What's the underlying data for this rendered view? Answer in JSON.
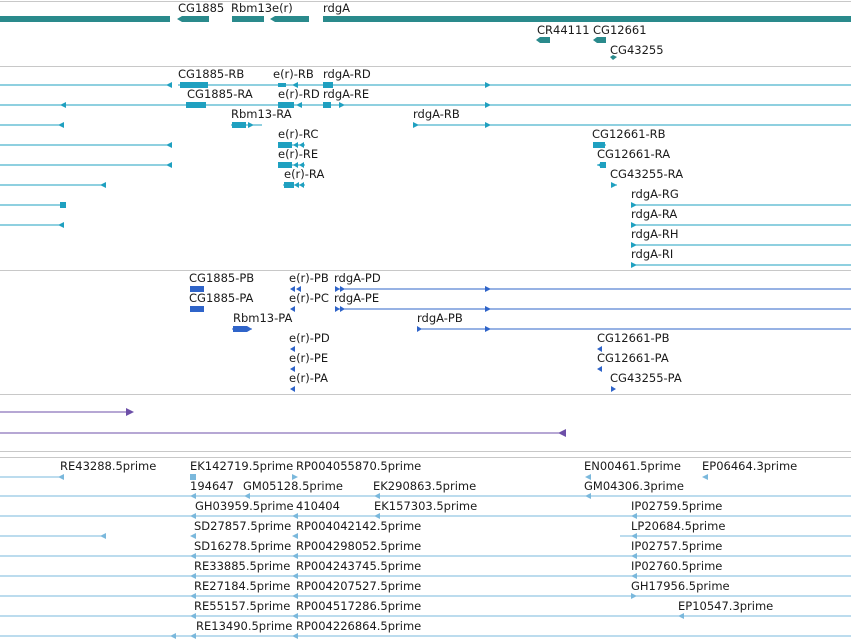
{
  "colors": {
    "gene": "#2a8a8c",
    "transcript": "#1fa0c0",
    "cds": "#2f64c9",
    "insertion": "#6d4fa8",
    "est": "#7ab8dc",
    "separator": "#c8c8c8"
  },
  "tracks": {
    "genes": {
      "labels": [
        "CG1885",
        "Rbm13",
        "e(r)",
        "rdgA",
        "CR44111",
        "CG12661",
        "CG43255"
      ]
    },
    "transcripts": {
      "labels": [
        "CG1885-RB",
        "e(r)-RB",
        "rdgA-RD",
        "CG1885-RA",
        "e(r)-RD",
        "rdgA-RE",
        "Rbm13-RA",
        "rdgA-RB",
        "e(r)-RC",
        "CG12661-RB",
        "e(r)-RE",
        "CG12661-RA",
        "e(r)-RA",
        "CG43255-RA",
        "rdgA-RG",
        "rdgA-RA",
        "rdgA-RH",
        "rdgA-RI"
      ]
    },
    "proteins": {
      "labels": [
        "CG1885-PB",
        "e(r)-PB",
        "rdgA-PD",
        "CG1885-PA",
        "e(r)-PC",
        "rdgA-PE",
        "Rbm13-PA",
        "rdgA-PB",
        "e(r)-PD",
        "CG12661-PB",
        "e(r)-PE",
        "CG12661-PA",
        "e(r)-PA",
        "CG43255-PA"
      ]
    },
    "ests": {
      "labels": [
        "RE43288.5prime",
        "EK142719.5prime",
        "RP004055870.5prime",
        "EN00461.5prime",
        "EP06464.3prime",
        "194647",
        "GM05128.5prime",
        "EK290863.5prime",
        "GM04306.3prime",
        "GH03959.5prime",
        "410404",
        "EK157303.5prime",
        "IP02759.5prime",
        "SD27857.5prime",
        "RP004042142.5prime",
        "LP20684.5prime",
        "SD16278.5prime",
        "RP004298052.5prime",
        "IP02757.5prime",
        "RE33885.5prime",
        "RP004243745.5prime",
        "IP02760.5prime",
        "RE27184.5prime",
        "RP004207527.5prime",
        "GH17956.5prime",
        "RE55157.5prime",
        "RP004517286.5prime",
        "EP10547.3prime",
        "RE13490.5prime",
        "RP004226864.5prime"
      ]
    }
  }
}
